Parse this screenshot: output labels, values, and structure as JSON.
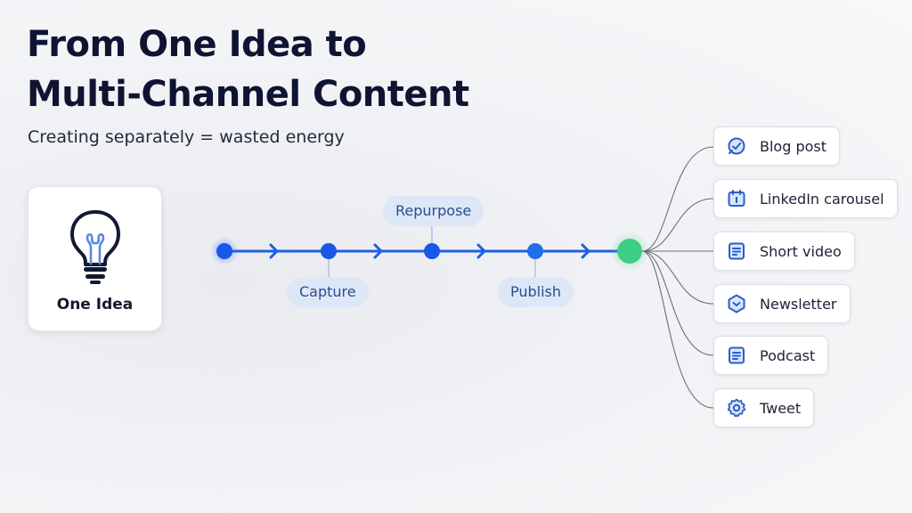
{
  "header": {
    "title_line1": "From One Idea to",
    "title_line2": "Multi-Channel Content",
    "subtitle": "Creating separately = wasted energy"
  },
  "source": {
    "label": "One Idea",
    "icon": "lightbulb-icon"
  },
  "steps": [
    {
      "label": "Capture"
    },
    {
      "label": "Repurpose"
    },
    {
      "label": "Publish"
    }
  ],
  "channels": [
    {
      "label": "Blog post",
      "icon": "blog-icon"
    },
    {
      "label": "LinkedIn carousel",
      "icon": "carousel-icon"
    },
    {
      "label": "Short video",
      "icon": "video-icon"
    },
    {
      "label": "Newsletter",
      "icon": "newsletter-icon"
    },
    {
      "label": "Podcast",
      "icon": "podcast-icon"
    },
    {
      "label": "Tweet",
      "icon": "tweet-icon"
    }
  ],
  "colors": {
    "flow_line": "#1f5fe0",
    "node_blue": "#1a56e8",
    "end_node": "#3ecf86",
    "pill_bg": "#dde7f7",
    "icon_blue": "#2a5ec9"
  }
}
